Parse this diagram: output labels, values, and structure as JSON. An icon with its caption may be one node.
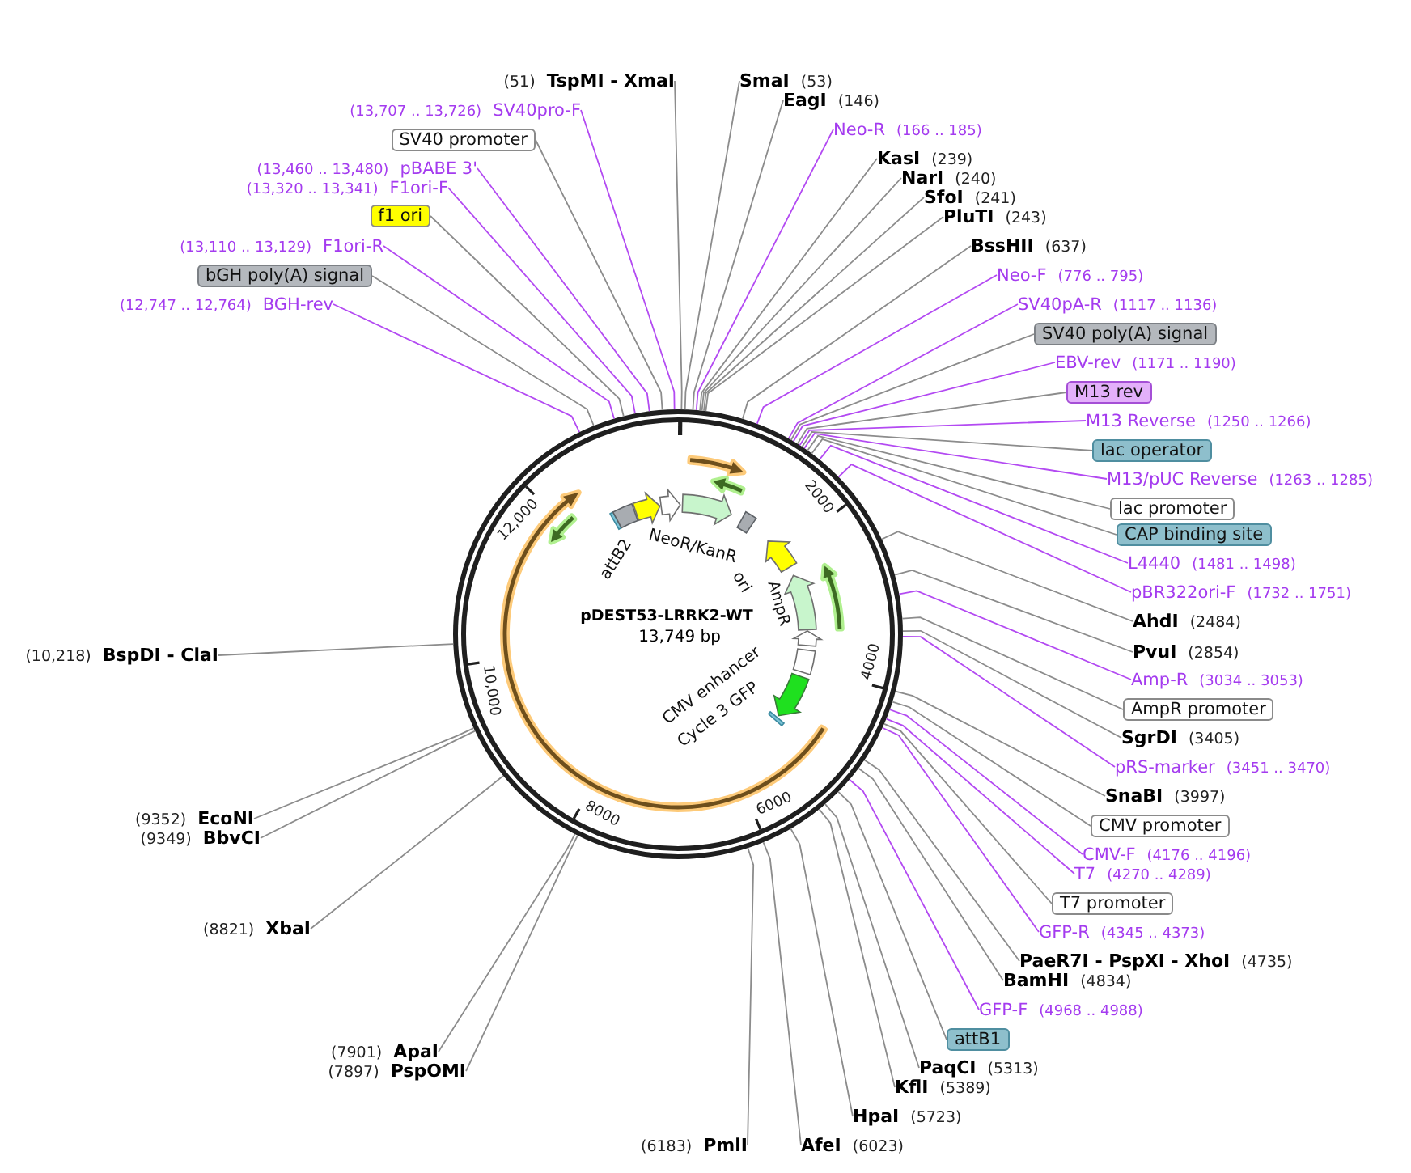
{
  "diagram": {
    "nodes": [
      {
        "text": [
          "pDEST53-LRRK2-WT",
          "13,749 bp"
        ]
      },
      {
        "text": [
          "(51)",
          "TspMI - XmaI"
        ]
      },
      {
        "text": [
          "SmaI",
          "(53)"
        ]
      },
      {
        "text": [
          "EagI",
          "(146)"
        ]
      },
      {
        "text": [
          "(13,707 .. 13,726)",
          "SV40pro-F"
        ]
      },
      {
        "text": [
          "Neo-R",
          "(166 .. 185)"
        ]
      },
      {
        "text": [
          "SV40 promoter"
        ]
      },
      {
        "text": [
          "KasI",
          "(239)"
        ]
      },
      {
        "text": [
          "(13,460 .. 13,480)",
          "pBABE 3'"
        ]
      },
      {
        "text": [
          "NarI",
          "(240)"
        ]
      },
      {
        "text": [
          "(13,320 .. 13,341)",
          "F1ori-F"
        ]
      },
      {
        "text": [
          "SfoI",
          "(241)"
        ]
      },
      {
        "text": [
          "f1 ori"
        ]
      },
      {
        "text": [
          "PluTI",
          "(243)"
        ]
      },
      {
        "text": [
          "(13,110 .. 13,129)",
          "F1ori-R"
        ]
      },
      {
        "text": [
          "BssHII",
          "(637)"
        ]
      },
      {
        "text": [
          "bGH poly(A) signal"
        ]
      },
      {
        "text": [
          "Neo-F",
          "(776 .. 795)"
        ]
      },
      {
        "text": [
          "(12,747 .. 12,764)",
          "BGH-rev"
        ]
      },
      {
        "text": [
          "SV40pA-R",
          "(1117 .. 1136)"
        ]
      },
      {
        "text": [
          "SV40 poly(A) signal"
        ]
      },
      {
        "text": [
          "EBV-rev",
          "(1171 .. 1190)"
        ]
      },
      {
        "text": [
          "M13 rev"
        ]
      },
      {
        "text": [
          "M13 Reverse",
          "(1250 .. 1266)"
        ]
      },
      {
        "text": [
          "lac operator"
        ]
      },
      {
        "text": [
          "M13/pUC Reverse",
          "(1263 .. 1285)"
        ]
      },
      {
        "text": [
          "lac promoter"
        ]
      },
      {
        "text": [
          "CAP binding site"
        ]
      },
      {
        "text": [
          "L4440",
          "(1481 .. 1498)"
        ]
      },
      {
        "text": [
          "pBR322ori-F",
          "(1732 .. 1751)"
        ]
      },
      {
        "text": [
          "AhdI",
          "(2484)"
        ]
      },
      {
        "text": [
          "PvuI",
          "(2854)"
        ]
      },
      {
        "text": [
          "(10,218)",
          "BspDI - ClaI"
        ]
      },
      {
        "text": [
          "Amp-R",
          "(3034 .. 3053)"
        ]
      },
      {
        "text": [
          "AmpR promoter"
        ]
      },
      {
        "text": [
          "SgrDI",
          "(3405)"
        ]
      },
      {
        "text": [
          "pRS-marker",
          "(3451 .. 3470)"
        ]
      },
      {
        "text": [
          "SnaBI",
          "(3997)"
        ]
      },
      {
        "text": [
          "(9352)",
          "EcoNI"
        ]
      },
      {
        "text": [
          "CMV promoter"
        ]
      },
      {
        "text": [
          "(9349)",
          "BbvCI"
        ]
      },
      {
        "text": [
          "CMV-F",
          "(4176 .. 4196)"
        ]
      },
      {
        "text": [
          "T7",
          "(4270 .. 4289)"
        ]
      },
      {
        "text": [
          "T7 promoter"
        ]
      },
      {
        "text": [
          "(8821)",
          "XbaI"
        ]
      },
      {
        "text": [
          "GFP-R",
          "(4345 .. 4373)"
        ]
      },
      {
        "text": [
          "PaeR7I - PspXI - XhoI",
          "(4735)"
        ]
      },
      {
        "text": [
          "BamHI",
          "(4834)"
        ]
      },
      {
        "text": [
          "GFP-F",
          "(4968 .. 4988)"
        ]
      },
      {
        "text": [
          "attB1"
        ]
      },
      {
        "text": [
          "(7901)",
          "ApaI"
        ]
      },
      {
        "text": [
          "PaqCI",
          "(5313)"
        ]
      },
      {
        "text": [
          "(7897)",
          "PspOMI"
        ]
      },
      {
        "text": [
          "KflI",
          "(5389)"
        ]
      },
      {
        "text": [
          "HpaI",
          "(5723)"
        ]
      },
      {
        "text": [
          "(6183)",
          "PmlI"
        ]
      },
      {
        "text": [
          "AfeI",
          "(6023)"
        ]
      }
    ],
    "edges": [
      {
        "from": 1,
        "to": 0,
        "arrow": "none"
      },
      {
        "from": 2,
        "to": 0,
        "arrow": "none"
      },
      {
        "from": 3,
        "to": 0,
        "arrow": "none"
      },
      {
        "from": 4,
        "to": 0,
        "arrow": "none",
        "color": "#b34af2"
      },
      {
        "from": 5,
        "to": 0,
        "arrow": "none",
        "color": "#b34af2"
      },
      {
        "from": 6,
        "to": 0,
        "arrow": "none"
      },
      {
        "from": 7,
        "to": 0,
        "arrow": "none"
      },
      {
        "from": 8,
        "to": 0,
        "arrow": "none",
        "color": "#b34af2"
      },
      {
        "from": 9,
        "to": 0,
        "arrow": "none"
      },
      {
        "from": 10,
        "to": 0,
        "arrow": "none",
        "color": "#b34af2"
      },
      {
        "from": 11,
        "to": 0,
        "arrow": "none"
      },
      {
        "from": 12,
        "to": 0,
        "arrow": "none"
      },
      {
        "from": 13,
        "to": 0,
        "arrow": "none"
      },
      {
        "from": 14,
        "to": 0,
        "arrow": "none",
        "color": "#b34af2"
      },
      {
        "from": 15,
        "to": 0,
        "arrow": "none"
      },
      {
        "from": 16,
        "to": 0,
        "arrow": "none"
      },
      {
        "from": 17,
        "to": 0,
        "arrow": "none",
        "color": "#b34af2"
      },
      {
        "from": 18,
        "to": 0,
        "arrow": "none",
        "color": "#b34af2"
      },
      {
        "from": 19,
        "to": 0,
        "arrow": "none",
        "color": "#b34af2"
      },
      {
        "from": 20,
        "to": 0,
        "arrow": "none"
      },
      {
        "from": 21,
        "to": 0,
        "arrow": "none",
        "color": "#b34af2"
      },
      {
        "from": 22,
        "to": 0,
        "arrow": "none"
      },
      {
        "from": 23,
        "to": 0,
        "arrow": "none",
        "color": "#b34af2"
      },
      {
        "from": 24,
        "to": 0,
        "arrow": "none"
      },
      {
        "from": 25,
        "to": 0,
        "arrow": "none",
        "color": "#b34af2"
      },
      {
        "from": 26,
        "to": 0,
        "arrow": "none"
      },
      {
        "from": 27,
        "to": 0,
        "arrow": "none"
      },
      {
        "from": 28,
        "to": 0,
        "arrow": "none",
        "color": "#b34af2"
      },
      {
        "from": 29,
        "to": 0,
        "arrow": "none",
        "color": "#b34af2"
      },
      {
        "from": 30,
        "to": 0,
        "arrow": "none"
      },
      {
        "from": 31,
        "to": 0,
        "arrow": "none"
      },
      {
        "from": 32,
        "to": 0,
        "arrow": "none"
      },
      {
        "from": 33,
        "to": 0,
        "arrow": "none",
        "color": "#b34af2"
      },
      {
        "from": 34,
        "to": 0,
        "arrow": "none"
      },
      {
        "from": 35,
        "to": 0,
        "arrow": "none"
      },
      {
        "from": 36,
        "to": 0,
        "arrow": "none",
        "color": "#b34af2"
      },
      {
        "from": 37,
        "to": 0,
        "arrow": "none"
      },
      {
        "from": 38,
        "to": 0,
        "arrow": "none"
      },
      {
        "from": 39,
        "to": 0,
        "arrow": "none"
      },
      {
        "from": 40,
        "to": 0,
        "arrow": "none"
      },
      {
        "from": 41,
        "to": 0,
        "arrow": "none",
        "color": "#b34af2"
      },
      {
        "from": 42,
        "to": 0,
        "arrow": "none",
        "color": "#b34af2"
      },
      {
        "from": 43,
        "to": 0,
        "arrow": "none"
      },
      {
        "from": 44,
        "to": 0,
        "arrow": "none"
      },
      {
        "from": 45,
        "to": 0,
        "arrow": "none",
        "color": "#b34af2"
      },
      {
        "from": 46,
        "to": 0,
        "arrow": "none"
      },
      {
        "from": 47,
        "to": 0,
        "arrow": "none"
      },
      {
        "from": 48,
        "to": 0,
        "arrow": "none",
        "color": "#b34af2"
      },
      {
        "from": 49,
        "to": 0,
        "arrow": "none"
      },
      {
        "from": 50,
        "to": 0,
        "arrow": "none"
      },
      {
        "from": 51,
        "to": 0,
        "arrow": "none"
      },
      {
        "from": 52,
        "to": 0,
        "arrow": "none"
      },
      {
        "from": 53,
        "to": 0,
        "arrow": "none"
      },
      {
        "from": 54,
        "to": 0,
        "arrow": "none"
      },
      {
        "from": 55,
        "to": 0,
        "arrow": "none"
      },
      {
        "from": 56,
        "to": 0,
        "arrow": "none"
      }
    ],
    "labels": [
      "2000",
      "12,000",
      "NeoR/KanR",
      "attB2",
      "ori",
      "AmpR",
      "4000",
      "CMV enhancer",
      "10,000",
      "Cycle 3 GFP",
      "6000",
      "8000"
    ]
  }
}
